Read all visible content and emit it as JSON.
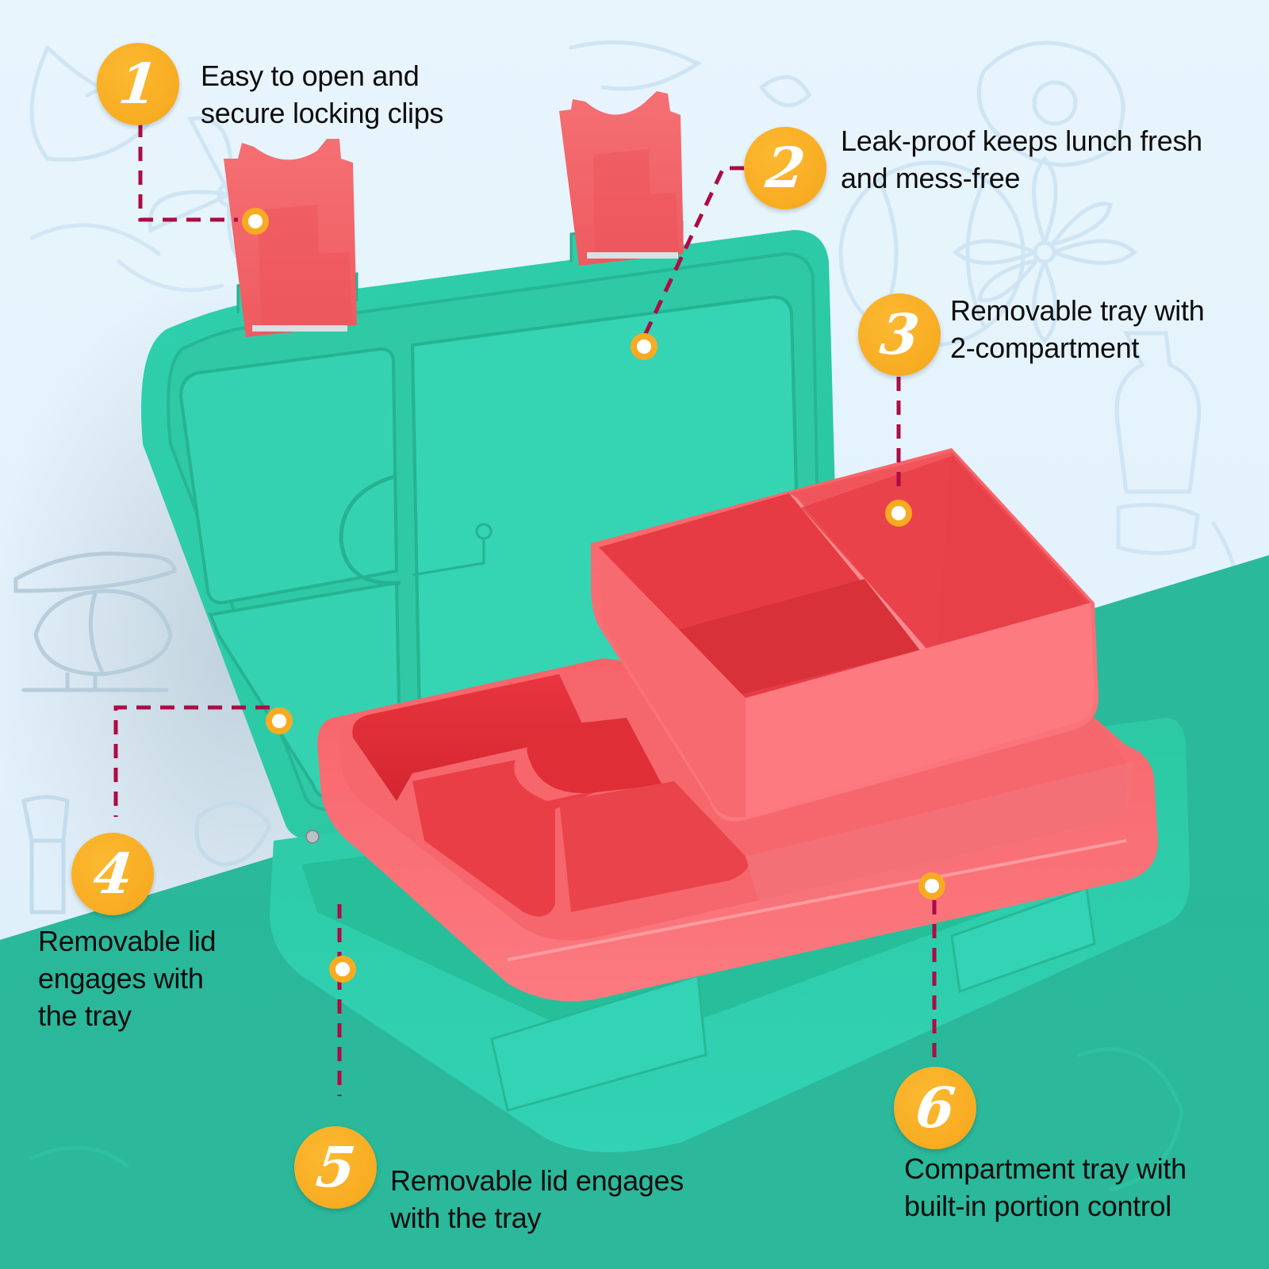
{
  "colors": {
    "background_sky": "#e6f4fc",
    "background_floor": "#2ab99a",
    "badge": "#f8ac22",
    "leader_line": "#ae0b45",
    "lunchbox_green": "#2fcfae",
    "tray_coral": "#f3555c"
  },
  "callouts": [
    {
      "number": "1",
      "text": "Easy to open and\nsecure locking clips"
    },
    {
      "number": "2",
      "text": "Leak-proof keeps lunch fresh\nand mess-free"
    },
    {
      "number": "3",
      "text": "Removable tray with\n2-compartment"
    },
    {
      "number": "4",
      "text": "Removable lid\nengages with\nthe tray"
    },
    {
      "number": "5",
      "text": "Removable lid engages\nwith the tray"
    },
    {
      "number": "6",
      "text": "Compartment tray with\nbuilt-in portion control"
    }
  ]
}
